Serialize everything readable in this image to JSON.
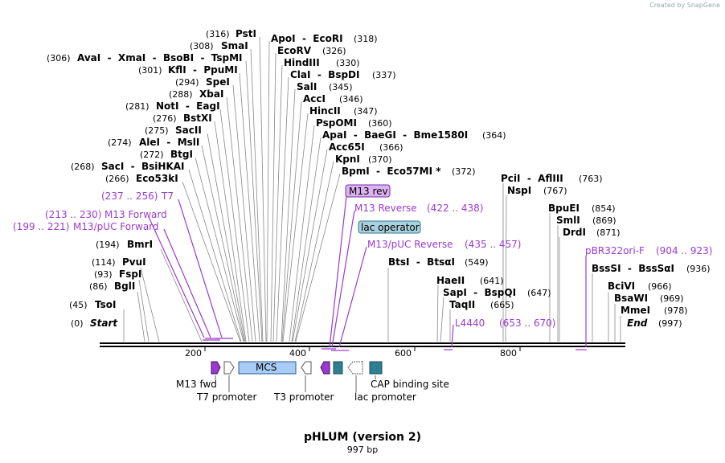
{
  "credit": "Created by SnapGene",
  "title": "pHLUM (version 2)",
  "length": "997 bp",
  "ticks": [
    "200",
    "400",
    "600",
    "800"
  ],
  "sites": [
    {
      "pos": "(316)",
      "name": "PstI"
    },
    {
      "pos": "(318)",
      "name": "ApoI  -  EcoRI"
    },
    {
      "pos": "(308)",
      "name": "SmaI"
    },
    {
      "pos": "(326)",
      "name": "EcoRV"
    },
    {
      "pos": "(306)",
      "name": "AvaI  -  XmaI  -  BsoBI  -  TspMI"
    },
    {
      "pos": "(330)",
      "name": "HindIII"
    },
    {
      "pos": "(301)",
      "name": "KflI  -  PpuMI"
    },
    {
      "pos": "(337)",
      "name": "ClaI  -  BspDI"
    },
    {
      "pos": "(294)",
      "name": "SpeI"
    },
    {
      "pos": "(345)",
      "name": "SalI"
    },
    {
      "pos": "(288)",
      "name": "XbaI"
    },
    {
      "pos": "(346)",
      "name": "AccI"
    },
    {
      "pos": "(281)",
      "name": "NotI  -  EagI"
    },
    {
      "pos": "(347)",
      "name": "HincII"
    },
    {
      "pos": "(276)",
      "name": "BstXI"
    },
    {
      "pos": "(360)",
      "name": "PspOMI"
    },
    {
      "pos": "(275)",
      "name": "SacII"
    },
    {
      "pos": "(364)",
      "name": "ApaI  -  BaeGI  -  Bme1580I"
    },
    {
      "pos": "(274)",
      "name": "AleI  -  MslI"
    },
    {
      "pos": "(366)",
      "name": "Acc65I"
    },
    {
      "pos": "(272)",
      "name": "BtgI"
    },
    {
      "pos": "(370)",
      "name": "KpnI"
    },
    {
      "pos": "(268)",
      "name": "SacI  -  BsiHKAI"
    },
    {
      "pos": "(372)",
      "name": "BpmI  -  Eco57MI *"
    },
    {
      "pos": "(266)",
      "name": "Eco53kI"
    },
    {
      "pos": "(763)",
      "name": "PciI  -  AflIII"
    },
    {
      "pos": "(767)",
      "name": "NspI"
    },
    {
      "pos": "(194)",
      "name": "BmrI"
    },
    {
      "pos": "(854)",
      "name": "BpuEI"
    },
    {
      "pos": "(869)",
      "name": "SmlI"
    },
    {
      "pos": "(871)",
      "name": "DrdI"
    },
    {
      "pos": "(114)",
      "name": "PvuI"
    },
    {
      "pos": "(936)",
      "name": "BssSI  -  BssSαI"
    },
    {
      "pos": "(549)",
      "name": "BtsI  -  BtsαI"
    },
    {
      "pos": "(93)",
      "name": "FspI"
    },
    {
      "pos": "(641)",
      "name": "HaeII"
    },
    {
      "pos": "(86)",
      "name": "BglI"
    },
    {
      "pos": "(966)",
      "name": "BciVI"
    },
    {
      "pos": "(647)",
      "name": "SapI  -  BspQI"
    },
    {
      "pos": "(969)",
      "name": "BsaWI"
    },
    {
      "pos": "(45)",
      "name": "TsoI"
    },
    {
      "pos": "(665)",
      "name": "TaqII"
    },
    {
      "pos": "(978)",
      "name": "MmeI"
    },
    {
      "pos": "(0)",
      "name": "Start"
    },
    {
      "pos": "(997)",
      "name": "End"
    }
  ],
  "primers": [
    {
      "name": "T7",
      "range": "(237 .. 256)"
    },
    {
      "name": "M13 rev",
      "range": ""
    },
    {
      "name": "M13 Reverse",
      "range": "(422 .. 438)"
    },
    {
      "name": "M13 Forward",
      "range": "(213 .. 230)"
    },
    {
      "name": "lac operator",
      "range": ""
    },
    {
      "name": "M13/pUC Forward",
      "range": "(199 .. 221)"
    },
    {
      "name": "M13/pUC Reverse",
      "range": "(435 .. 457)"
    },
    {
      "name": "pBR322ori-F",
      "range": "(904 .. 923)"
    },
    {
      "name": "L4440",
      "range": "(653 .. 670)"
    }
  ],
  "features": {
    "mcs": "MCS",
    "m13fwd": "M13 fwd",
    "t7promoter": "T7 promoter",
    "t3promoter": "T3 promoter",
    "lacpromoter": "lac promoter",
    "cap": "CAP binding site"
  },
  "colors": {
    "primer": "#9a3ad0",
    "mcs": "#a8ccf5",
    "teal": "#2e7f91",
    "lacop": "#a9d0dc",
    "m13rev_box": "#dcb3f0"
  }
}
